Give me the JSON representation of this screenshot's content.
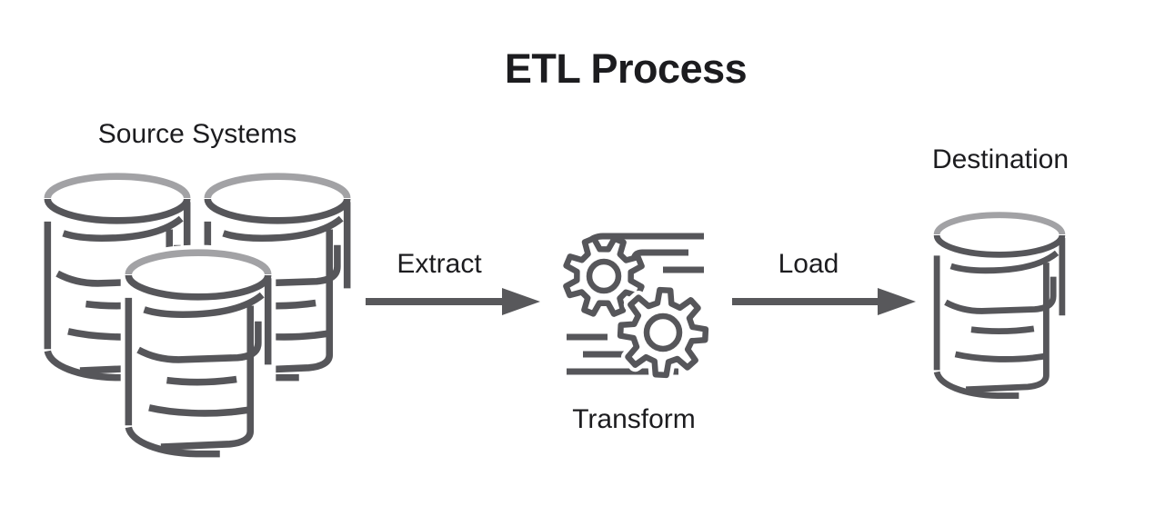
{
  "title": "ETL Process",
  "nodes": {
    "source": {
      "label": "Source Systems",
      "icon": "databases-icon"
    },
    "transform": {
      "label": "Transform",
      "icon": "gears-icon"
    },
    "destination": {
      "label": "Destination",
      "icon": "database-icon"
    }
  },
  "flows": {
    "extract": {
      "label": "Extract"
    },
    "load": {
      "label": "Load"
    }
  },
  "colors": {
    "background": "#ffffff",
    "text": "#1c1c1f",
    "icon_stroke": "#56565a",
    "icon_stroke_light": "#a2a2a5",
    "arrow": "#58585b"
  }
}
